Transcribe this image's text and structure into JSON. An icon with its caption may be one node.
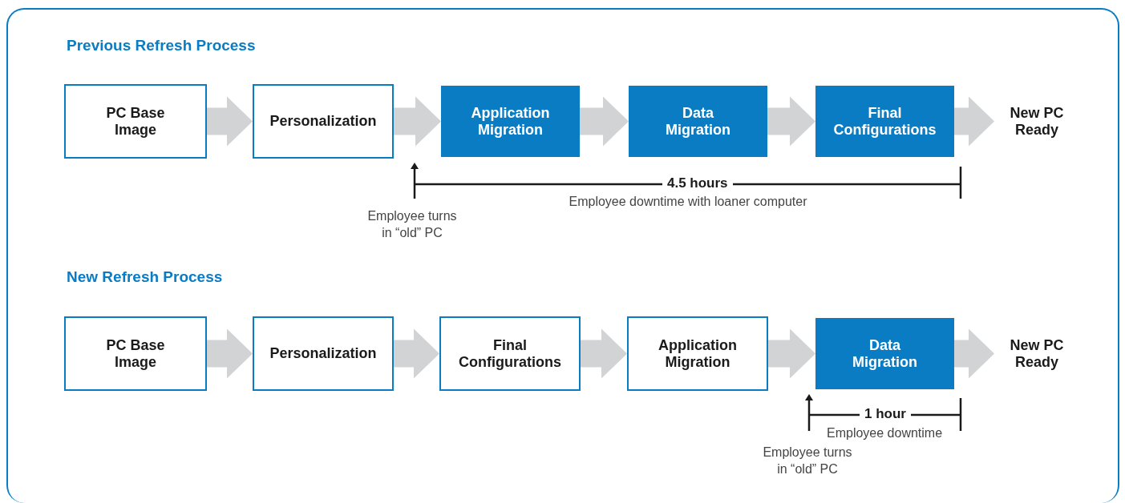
{
  "diagram": {
    "nodes": [
      {
        "text": [
          "PC Base Image"
        ]
      },
      {
        "text": [
          "Personalization"
        ]
      },
      {
        "text": [
          "Application Migration"
        ]
      },
      {
        "text": [
          "Data Migration"
        ]
      },
      {
        "text": [
          "Final Configurations"
        ]
      },
      {
        "text": [
          "New PC Ready"
        ]
      },
      {
        "text": [
          "PC Base Image"
        ]
      },
      {
        "text": [
          "Personalization"
        ]
      },
      {
        "text": [
          "Final Configurations"
        ]
      },
      {
        "text": [
          "Application Migration"
        ]
      },
      {
        "text": [
          "Data Migration"
        ]
      },
      {
        "text": [
          "New PC Ready"
        ]
      }
    ],
    "edges": [
      {
        "from": 0,
        "to": 1,
        "arrow": "to"
      },
      {
        "from": 1,
        "to": 2,
        "arrow": "to"
      },
      {
        "from": 2,
        "to": 3,
        "arrow": "to"
      },
      {
        "from": 3,
        "to": 4,
        "arrow": "to"
      },
      {
        "from": 4,
        "to": 5,
        "arrow": "to"
      },
      {
        "from": 6,
        "to": 7,
        "arrow": "to"
      },
      {
        "from": 7,
        "to": 8,
        "arrow": "to"
      },
      {
        "from": 8,
        "to": 9,
        "arrow": "to"
      },
      {
        "from": 9,
        "to": 10,
        "arrow": "to"
      },
      {
        "from": 10,
        "to": 11,
        "arrow": "to"
      }
    ],
    "labels": [
      "Previous Refresh Process",
      "4.5 hours",
      "Employee downtime with loaner computer",
      "Employee turns in “old” PC",
      "New Refresh Process",
      "1 hour",
      "Employee downtime",
      "Employee turns in “old” PC"
    ]
  }
}
